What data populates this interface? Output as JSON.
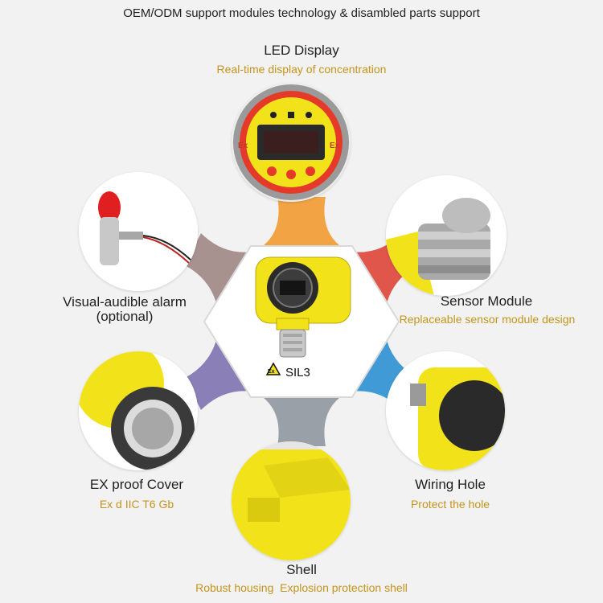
{
  "banner": "OEM/ODM support modules technology & disambled parts support",
  "center": {
    "ex_label": "Ex",
    "sil_label": "SIL3"
  },
  "features": {
    "led_display": {
      "title": "LED Display",
      "subtitle": "Real-time display of concentration",
      "display_text": "Ex"
    },
    "sensor_module": {
      "title": "Sensor Module",
      "subtitle": "Replaceable sensor module design"
    },
    "wiring_hole": {
      "title": "Wiring Hole",
      "subtitle": "Protect the hole"
    },
    "shell": {
      "title": "Shell",
      "subtitle": "Robust housing  Explosion protection shell"
    },
    "ex_proof_cover": {
      "title": "EX proof Cover",
      "subtitle": "Ex d IIC T6 Gb"
    },
    "visual_alarm": {
      "title_line1": "Visual-audible alarm",
      "title_line2": "(optional)"
    }
  },
  "colors": {
    "brand_yellow": "#f2e21a",
    "subtitle_gold": "#c4951c",
    "connector_orange": "#f2a444",
    "connector_red": "#e0564a",
    "connector_blue": "#3f9ad6",
    "connector_purple": "#8b7fb8",
    "connector_taupe": "#a89290",
    "background": "#f2f2f2"
  }
}
